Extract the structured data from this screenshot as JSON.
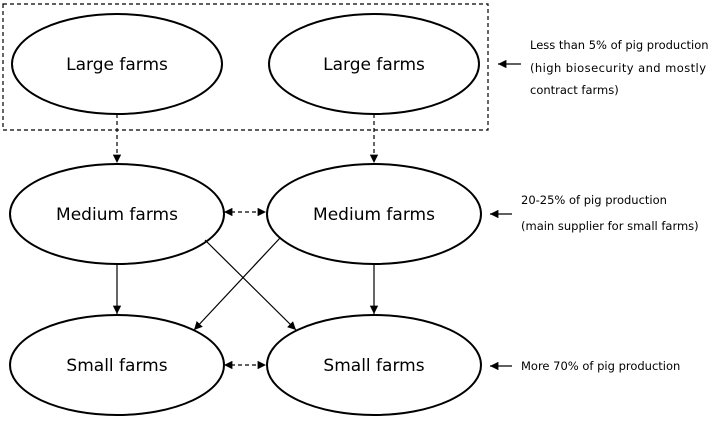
{
  "nodes": {
    "large_1": "Large farms",
    "large_2": "Large farms",
    "medium_1": "Medium farms",
    "medium_2": "Medium farms",
    "small_1": "Small farms",
    "small_2": "Small farms"
  },
  "notes": {
    "large": {
      "line1": "Less than 5% of pig production",
      "line2": "(high biosecurity and mostly",
      "line3": "contract farms)"
    },
    "medium": {
      "line1": "20-25% of pig production",
      "line2": "(main supplier for small farms)"
    },
    "small": {
      "line1": "More 70% of pig production"
    }
  }
}
